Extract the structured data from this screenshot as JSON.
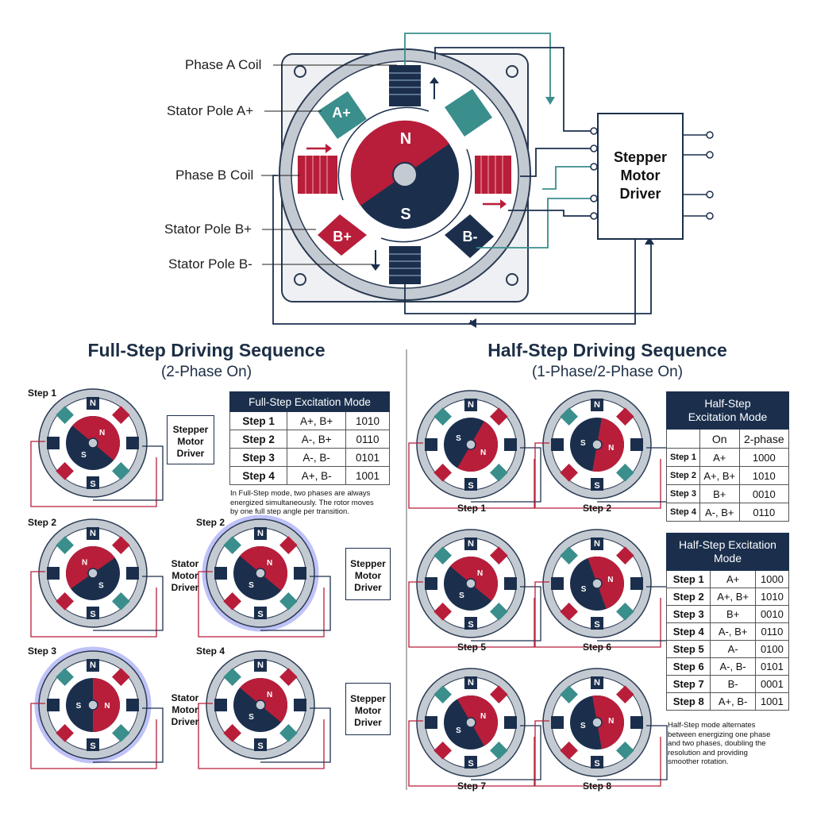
{
  "main_diagram": {
    "callouts": [
      "Phase A Coil",
      "Stator Pole A+",
      "Phase B Coil",
      "Stator Pole B+",
      "Stator Pole B-"
    ],
    "pole_labels": {
      "a_plus": "A+",
      "b_plus": "B+",
      "b_minus": "B-",
      "north": "N",
      "south": "S"
    },
    "driver_label": [
      "Stepper",
      "Motor",
      "Driver"
    ]
  },
  "full_step": {
    "title": "Full-Step Driving Sequence",
    "subtitle": "(2-Phase On)",
    "step_labels": [
      "Step 1",
      "Step 2",
      "Step 2",
      "Step 3",
      "Step 4"
    ],
    "driver_lines": [
      "Stepper",
      "Motor",
      "Driver"
    ],
    "side_driver_lines": [
      "Stator",
      "Motor",
      "Driver"
    ],
    "table": {
      "title": "Full-Step Excitation Mode",
      "rows": [
        [
          "Step 1",
          "A+, B+",
          "1010"
        ],
        [
          "Step 2",
          "A-, B+",
          "0110"
        ],
        [
          "Step 3",
          "A-, B-",
          "0101"
        ],
        [
          "Step 4",
          "A+, B-",
          "1001"
        ]
      ]
    },
    "note": [
      "In Full-Step mode, two phases are always",
      "energized simultaneously. The rotor moves",
      "by one full step angle per transition."
    ]
  },
  "half_step": {
    "title": "Half-Step Driving Sequence",
    "subtitle": "(1-Phase/2-Phase On)",
    "step_labels": [
      "Step 1",
      "Step 2",
      "Step 5",
      "Step 6",
      "Step 7",
      "Step 8"
    ],
    "table1": {
      "title": [
        "Half-Step",
        "Excitation Mode"
      ],
      "columns": [
        "",
        "On",
        "2-phase"
      ],
      "rows": [
        [
          "Step 1",
          "A+",
          "1000"
        ],
        [
          "Step 2",
          "A+, B+",
          "1010"
        ],
        [
          "Step 3",
          "B+",
          "0010"
        ],
        [
          "Step 4",
          "A-, B+",
          "0110"
        ]
      ]
    },
    "table2": {
      "title": [
        "Half-Step Excitation",
        "Mode"
      ],
      "rows": [
        [
          "Step 1",
          "A+",
          "1000"
        ],
        [
          "Step 2",
          "A+, B+",
          "1010"
        ],
        [
          "Step 3",
          "B+",
          "0010"
        ],
        [
          "Step 4",
          "A-, B+",
          "0110"
        ],
        [
          "Step 5",
          "A-",
          "0100"
        ],
        [
          "Step 6",
          "A-, B-",
          "0101"
        ],
        [
          "Step 7",
          "B-",
          "0001"
        ],
        [
          "Step 8",
          "A+, B-",
          "1001"
        ]
      ]
    },
    "note": [
      "Half-Step mode alternates",
      "between energizing one phase",
      "and two phases, doubling the",
      "resolution and providing",
      "smoother rotation."
    ]
  },
  "colors": {
    "navy": "#1b2f4d",
    "red": "#b81e3a",
    "teal": "#3a8e8c",
    "steel": "#c4cad2",
    "dark": "#2a3a52"
  }
}
